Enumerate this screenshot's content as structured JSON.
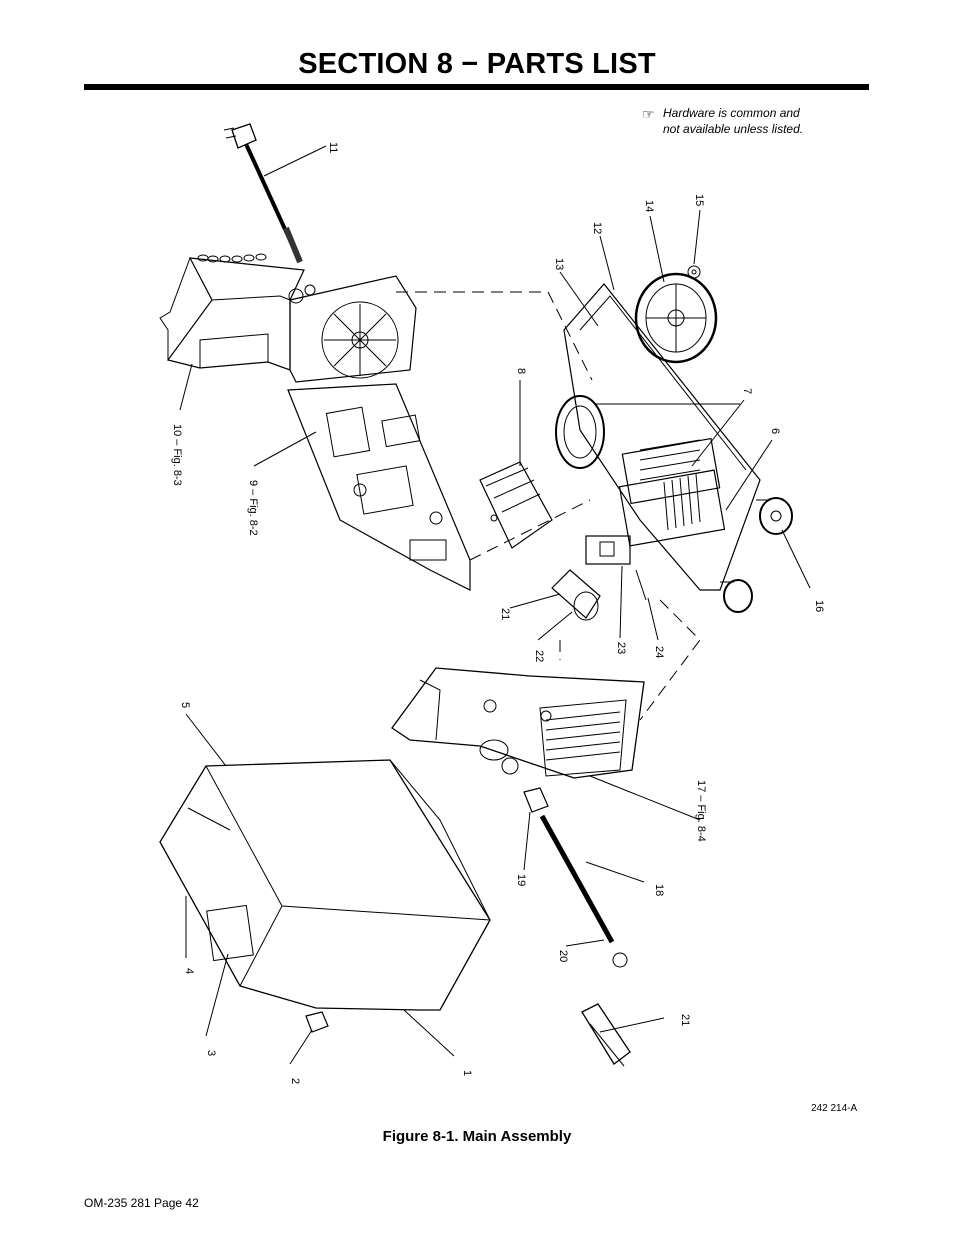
{
  "header": {
    "title": "SECTION 8 − PARTS LIST"
  },
  "note": {
    "icon": "pointing-hand-icon",
    "line1": "Hardware is common and",
    "line2": "not available unless listed."
  },
  "callouts": {
    "c1": "1",
    "c2": "2",
    "c3": "3",
    "c4": "4",
    "c5": "5",
    "c6": "6",
    "c7": "7",
    "c8": "8",
    "c9": "9 – Fig. 8-2",
    "c10": "10 – Fig. 8-3",
    "c11": "11",
    "c12": "12",
    "c13": "13",
    "c14": "14",
    "c15": "15",
    "c16": "16",
    "c17": "17 – Fig. 8-4",
    "c18": "18",
    "c19": "19",
    "c20": "20",
    "c21a": "21",
    "c21b": "21",
    "c22": "22",
    "c23": "23",
    "c24": "24"
  },
  "drawing_number": "242 214-A",
  "figure_caption": "Figure 8-1. Main Assembly",
  "footer": {
    "page_label": "OM-235 281 Page 42"
  }
}
